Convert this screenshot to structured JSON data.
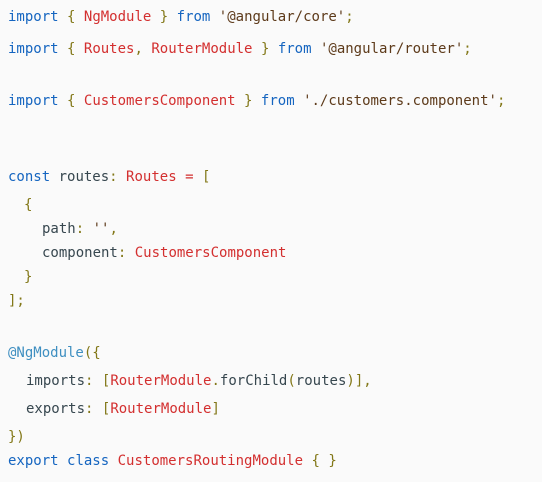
{
  "code": {
    "line1": {
      "kw": "import",
      "open": "{",
      "ident": "NgModule",
      "close": "}",
      "kw2": "from",
      "str": "'@angular/core'",
      "end": ";"
    },
    "line2": {
      "kw": "import",
      "open": "{",
      "ident1": "Routes",
      "comma": ",",
      "ident2": "RouterModule",
      "close": "}",
      "kw2": "from",
      "str": "'@angular/router'",
      "end": ";"
    },
    "line3": {
      "kw": "import",
      "open": "{",
      "ident": "CustomersComponent",
      "close": "}",
      "kw2": "from",
      "str": "'./customers.component'",
      "end": ";"
    },
    "line4": {
      "kw": "const",
      "name": "routes",
      "colon": ":",
      "type": "Routes",
      "eq": "=",
      "bracket": "["
    },
    "line5": {
      "brace": "{"
    },
    "line6": {
      "key": "path",
      "colon": ":",
      "str": "''",
      "comma": ","
    },
    "line7": {
      "key": "component",
      "colon": ":",
      "value": "CustomersComponent"
    },
    "line8": {
      "brace": "}"
    },
    "line9": {
      "end": "];"
    },
    "line10": {
      "decorator": "@NgModule",
      "open": "({"
    },
    "line11": {
      "key": "imports",
      "colon": ":",
      "open": "[",
      "cls": "RouterModule",
      "dot": ".",
      "method": "forChild",
      "paren_open": "(",
      "arg": "routes",
      "paren_close": ")",
      "close": "],"
    },
    "line12": {
      "key": "exports",
      "colon": ":",
      "open": "[",
      "cls": "RouterModule",
      "close": "]"
    },
    "line13": {
      "close": "})"
    },
    "line14": {
      "kw1": "export",
      "kw2": "class",
      "name": "CustomersRoutingModule",
      "body": "{ }"
    }
  }
}
